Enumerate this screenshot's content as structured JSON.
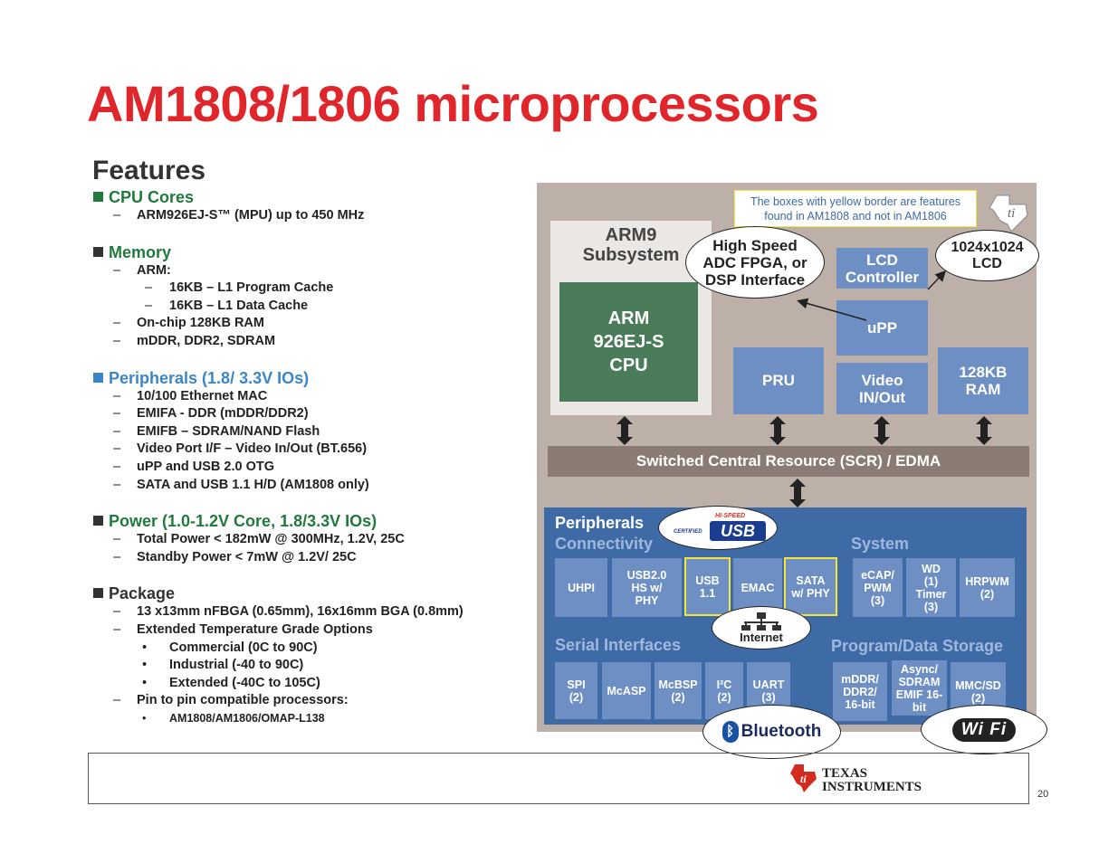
{
  "page": {
    "title": "AM1808/1806 microprocessors",
    "features_heading": "Features",
    "page_number": "20"
  },
  "features": {
    "cpu": {
      "label": "CPU Cores",
      "items": [
        "ARM926EJ-S™ (MPU) up to 450 MHz"
      ]
    },
    "memory": {
      "label": "Memory",
      "arm_label": "ARM:",
      "arm_items": [
        "16KB – L1 Program Cache",
        "16KB – L1 Data Cache"
      ],
      "items": [
        "On-chip 128KB RAM",
        "mDDR, DDR2, SDRAM"
      ]
    },
    "peripherals": {
      "label": "Peripherals (1.8/ 3.3V IOs)",
      "items": [
        "10/100 Ethernet MAC",
        "EMIFA - DDR (mDDR/DDR2)",
        "EMIFB – SDRAM/NAND Flash",
        "Video Port I/F – Video In/Out (BT.656)",
        "uPP and USB 2.0 OTG",
        "SATA and USB 1.1 H/D (AM1808 only)"
      ]
    },
    "power": {
      "label": "Power (1.0-1.2V Core, 1.8/3.3V IOs)",
      "items": [
        "Total Power < 182mW @ 300MHz, 1.2V, 25C",
        "Standby Power < 7mW @ 1.2V/ 25C"
      ]
    },
    "package": {
      "label": "Package",
      "items": [
        "13 x13mm nFBGA (0.65mm), 16x16mm BGA (0.8mm)",
        "Extended Temperature Grade Options"
      ],
      "temp_items": [
        "Commercial (0C to 90C)",
        "Industrial (-40 to 90C)",
        "Extended (-40C to 105C)"
      ],
      "pin_label": "Pin to pin compatible processors:",
      "pin_items": [
        "AM1808/AM1806/OMAP-L138"
      ]
    }
  },
  "diagram": {
    "note": "The boxes with yellow border are features found in AM1808 and not in AM1806",
    "arm9_title": "ARM9 Subsystem",
    "arm_cpu": "ARM 926EJ-S CPU",
    "high_speed": "High Speed ADC FPGA, or DSP Interface",
    "lcd_controller": "LCD Controller",
    "lcd_1024": "1024x1024 LCD",
    "upp": "uPP",
    "pru": "PRU",
    "video": "Video IN/Out",
    "ram": "128KB RAM",
    "scr": "Switched Central Resource (SCR) / EDMA",
    "peripherals_title": "Peripherals",
    "connectivity": "Connectivity",
    "system": "System",
    "serial": "Serial Interfaces",
    "storage": "Program/Data Storage",
    "internet": "Internet",
    "bluetooth": "Bluetooth",
    "wifi": "Wi Fi",
    "usb_logo_top": "HI-SPEED",
    "usb_logo_mid": "CERTIFIED",
    "usb_logo_main": "USB",
    "conn_boxes": [
      "UHPI",
      "USB2.0 HS w/ PHY",
      "USB 1.1",
      "EMAC",
      "SATA w/ PHY"
    ],
    "sys_boxes": [
      "eCAP/ PWM (3)",
      "WD (1) Timer (3)",
      "HRPWM (2)"
    ],
    "serial_boxes": [
      "SPI (2)",
      "McASP",
      "McBSP (2)",
      "I²C (2)",
      "UART (3)"
    ],
    "storage_boxes": [
      "mDDR/ DDR2/ 16-bit",
      "Async/ SDRAM EMIF 16-bit",
      "MMC/SD (2)"
    ]
  },
  "footer": {
    "logo_line1": "TEXAS",
    "logo_line2": "INSTRUMENTS"
  },
  "colors": {
    "title": "#e0262b",
    "green": "#217a3c",
    "blue": "#3a86c8",
    "panel": "#3e6aa5",
    "box": "#6e8fc4",
    "yellow": "#f4e63b",
    "arm_green": "#4a7c59"
  }
}
